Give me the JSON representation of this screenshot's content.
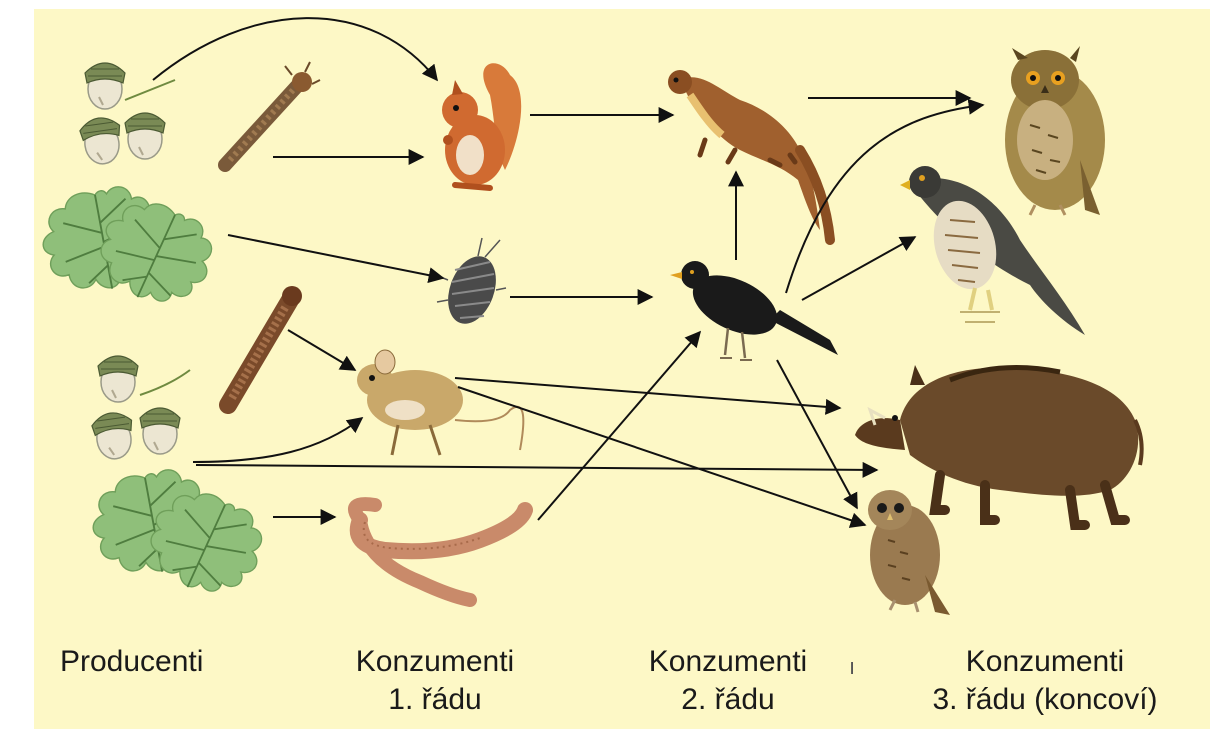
{
  "colors": {
    "background": "#fdf8c6",
    "leaf": "#8fbf7a",
    "leaf_vein": "#4f7d3f",
    "arrow": "#111111",
    "text": "#1a1a1a"
  },
  "labels": {
    "producers": "Producenti",
    "consumers1_line1": "Konzumenti",
    "consumers1_line2": "1. řádu",
    "consumers2_line1": "Konzumenti",
    "consumers2_line2": "2. řádu",
    "consumers2_mark": "ı",
    "consumers3_line1": "Konzumenti",
    "consumers3_line2": "3. řádu (koncoví)"
  },
  "organisms": {
    "producers": [
      "acorns-top",
      "catkin",
      "oak-leaf-top",
      "acorns-bottom",
      "twig",
      "oak-leaf-bottom"
    ],
    "consumers_1": [
      "squirrel",
      "woodlouse",
      "mouse",
      "earthworm"
    ],
    "consumers_2": [
      "marten",
      "blackbird"
    ],
    "consumers_3": [
      "eagle-owl",
      "hawk",
      "wild-boar",
      "tawny-owl"
    ]
  },
  "links": [
    [
      "acorns-top",
      "squirrel"
    ],
    [
      "catkin",
      "squirrel"
    ],
    [
      "oak-leaf-top",
      "woodlouse"
    ],
    [
      "twig",
      "mouse"
    ],
    [
      "acorns-bottom",
      "mouse"
    ],
    [
      "acorns-bottom",
      "wild-boar"
    ],
    [
      "oak-leaf-bottom",
      "earthworm"
    ],
    [
      "squirrel",
      "marten"
    ],
    [
      "woodlouse",
      "blackbird"
    ],
    [
      "earthworm",
      "blackbird"
    ],
    [
      "blackbird",
      "marten"
    ],
    [
      "blackbird",
      "eagle-owl"
    ],
    [
      "blackbird",
      "hawk"
    ],
    [
      "blackbird",
      "tawny-owl"
    ],
    [
      "marten",
      "eagle-owl"
    ],
    [
      "mouse",
      "wild-boar"
    ],
    [
      "mouse",
      "tawny-owl"
    ]
  ]
}
